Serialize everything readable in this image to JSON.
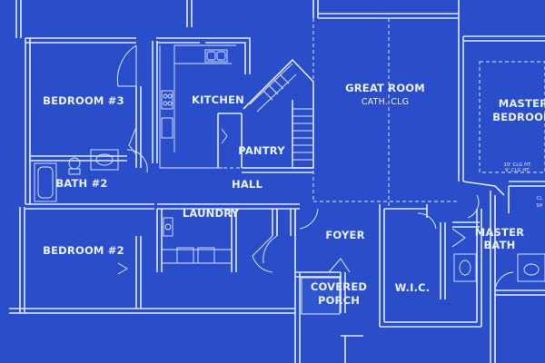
{
  "colors": {
    "background": "#2a4ec9",
    "line": "#dfe8ff",
    "text": "#e9f0ff",
    "porch": "#2f55cf"
  },
  "rooms": {
    "bedroom3": "BEDROOM #3",
    "kitchen": "KITCHEN",
    "great_room": "GREAT ROOM",
    "great_room_sub": "CATH. CLG",
    "master_bedroom_line1": "MASTER",
    "master_bedroom_line2": "BEDROOM",
    "master_bedroom_ceiling1": "10' CLG HT.",
    "master_bedroom_ceiling2": "9' CLG HT.",
    "pantry": "PANTRY",
    "bath2": "BATH #2",
    "hall": "HALL",
    "laundry": "LAUNDRY",
    "bedroom2": "BEDROOM #2",
    "foyer": "FOYER",
    "covered_porch_line1": "COVERED",
    "covered_porch_line2": "PORCH",
    "wic": "W.I.C.",
    "master_bath_line1": "MASTER",
    "master_bath_line2": "BATH",
    "closet_partial_line1": "CL",
    "closet_partial_line2": "SH"
  }
}
